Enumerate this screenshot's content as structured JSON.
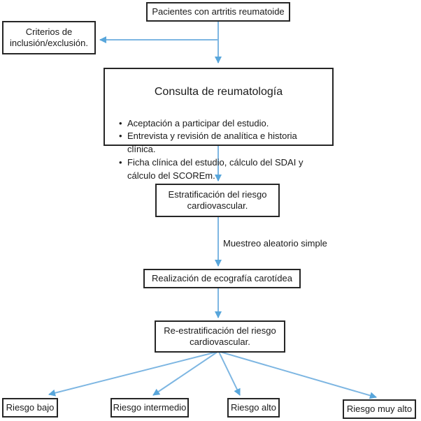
{
  "diagram": {
    "nodes": {
      "patients": {
        "label": "Pacientes con artritis reumatoide"
      },
      "criteria": {
        "label": "Criterios de\ninclusión/exclusión."
      },
      "consultation": {
        "title": "Consulta de reumatología",
        "bullets": [
          "Aceptación a participar del estudio.",
          "Entrevista y revisión de analítica e historia clínica.",
          "Ficha clínica del estudio, cálculo del SDAI y cálculo del SCOREm."
        ]
      },
      "stratification": {
        "label": "Estratificación del riesgo\ncardiovascular."
      },
      "ultrasound": {
        "label": "Realización de ecografía carotídea"
      },
      "restratification": {
        "label": "Re-estratificación del riesgo\ncardiovascular."
      },
      "risk_low": {
        "label": "Riesgo bajo"
      },
      "risk_intermediate": {
        "label": "Riesgo intermedio"
      },
      "risk_high": {
        "label": "Riesgo alto"
      },
      "risk_very_high": {
        "label": "Riesgo muy alto"
      }
    },
    "edge_labels": {
      "sampling": "Muestreo aleatorio simple"
    },
    "colors": {
      "arrow_line": "#7db6e2",
      "arrow_head": "#58a6db",
      "box_border": "#262626",
      "text": "#1a1a1a",
      "background": "#ffffff"
    }
  }
}
